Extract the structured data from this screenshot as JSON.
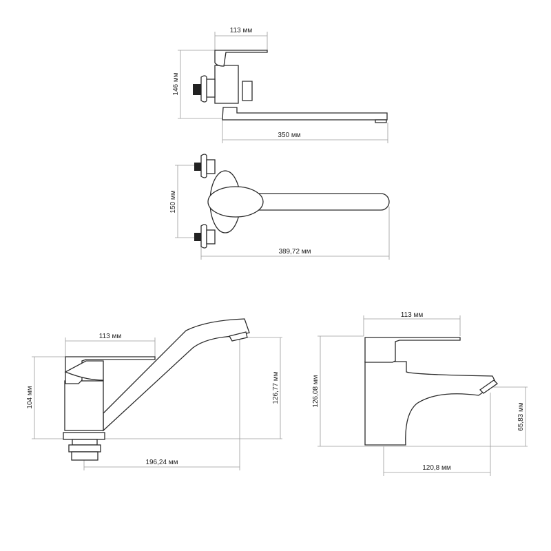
{
  "views": {
    "wall_side": {
      "width": "113 мм",
      "height": "146 мм",
      "spout_length": "350 мм"
    },
    "wall_top": {
      "inlet_spacing": "150 мм",
      "total_length": "389,72 мм"
    },
    "deck_swivel": {
      "width": "113 мм",
      "body_height": "104 мм",
      "spout_height": "126,77 мм",
      "reach": "196,24 мм"
    },
    "basin": {
      "width": "113 мм",
      "height": "126,08 мм",
      "spout_height": "65,83 мм",
      "reach": "120,8 мм"
    }
  }
}
